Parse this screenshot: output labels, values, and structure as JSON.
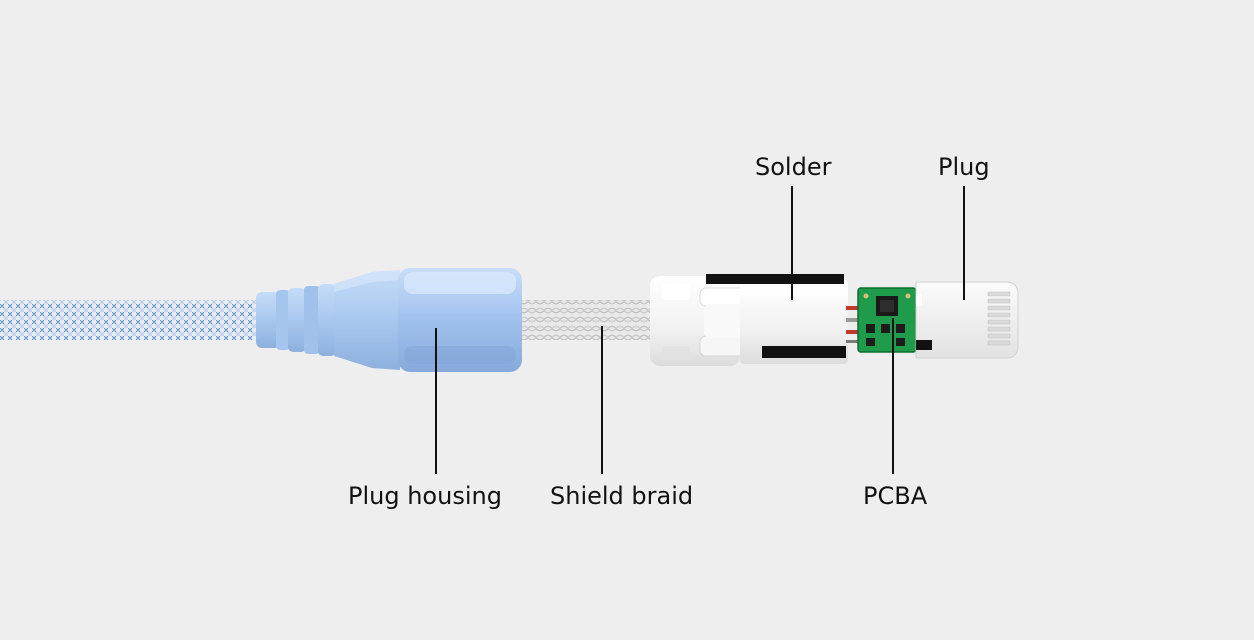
{
  "labels": {
    "solder": "Solder",
    "plug": "Plug",
    "plug_housing": "Plug housing",
    "shield_braid": "Shield braid",
    "pcba": "PCBA"
  },
  "colors": {
    "background": "#eeeeee",
    "cable_blue": "#8fb4de",
    "housing_blue": "#a9c8f0",
    "braid_silver": "#cfcfcf",
    "pcb_green": "#1f9a4a",
    "plug_white": "#f7f7f7",
    "leader_line": "#111111"
  }
}
